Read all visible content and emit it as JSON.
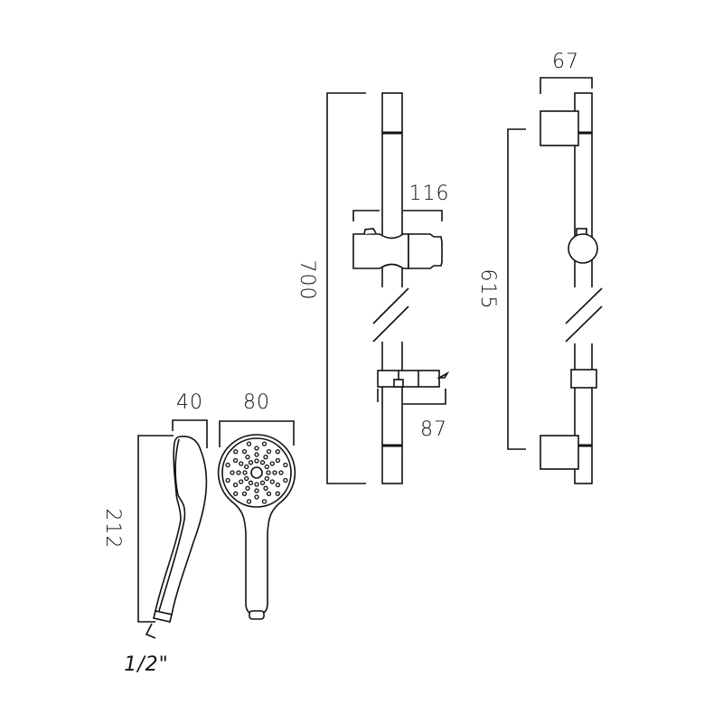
{
  "drawing": {
    "subject": "Shower rail kit technical dimension drawing",
    "units": "mm",
    "colors": {
      "line": "#111111",
      "background": "#ffffff"
    },
    "views": [
      {
        "name": "rail-front-view",
        "dimensions": {
          "height": "700",
          "slider_width": "116",
          "soap_dish_depth": "87"
        }
      },
      {
        "name": "rail-side-view",
        "dimensions": {
          "bracket_depth": "67",
          "bracket_centres": "615"
        }
      },
      {
        "name": "handset-side-view",
        "dimensions": {
          "length": "212",
          "depth": "40",
          "connection": "1/2\""
        }
      },
      {
        "name": "handset-front-view",
        "dimensions": {
          "face_diameter": "80"
        }
      }
    ]
  },
  "labels": {
    "rail_height": "700",
    "slider_width": "116",
    "soap_dish_depth": "87",
    "bracket_depth": "67",
    "bracket_centres": "615",
    "handset_length": "212",
    "handset_depth": "40",
    "handset_face": "80",
    "thread_size": "1/2\""
  }
}
